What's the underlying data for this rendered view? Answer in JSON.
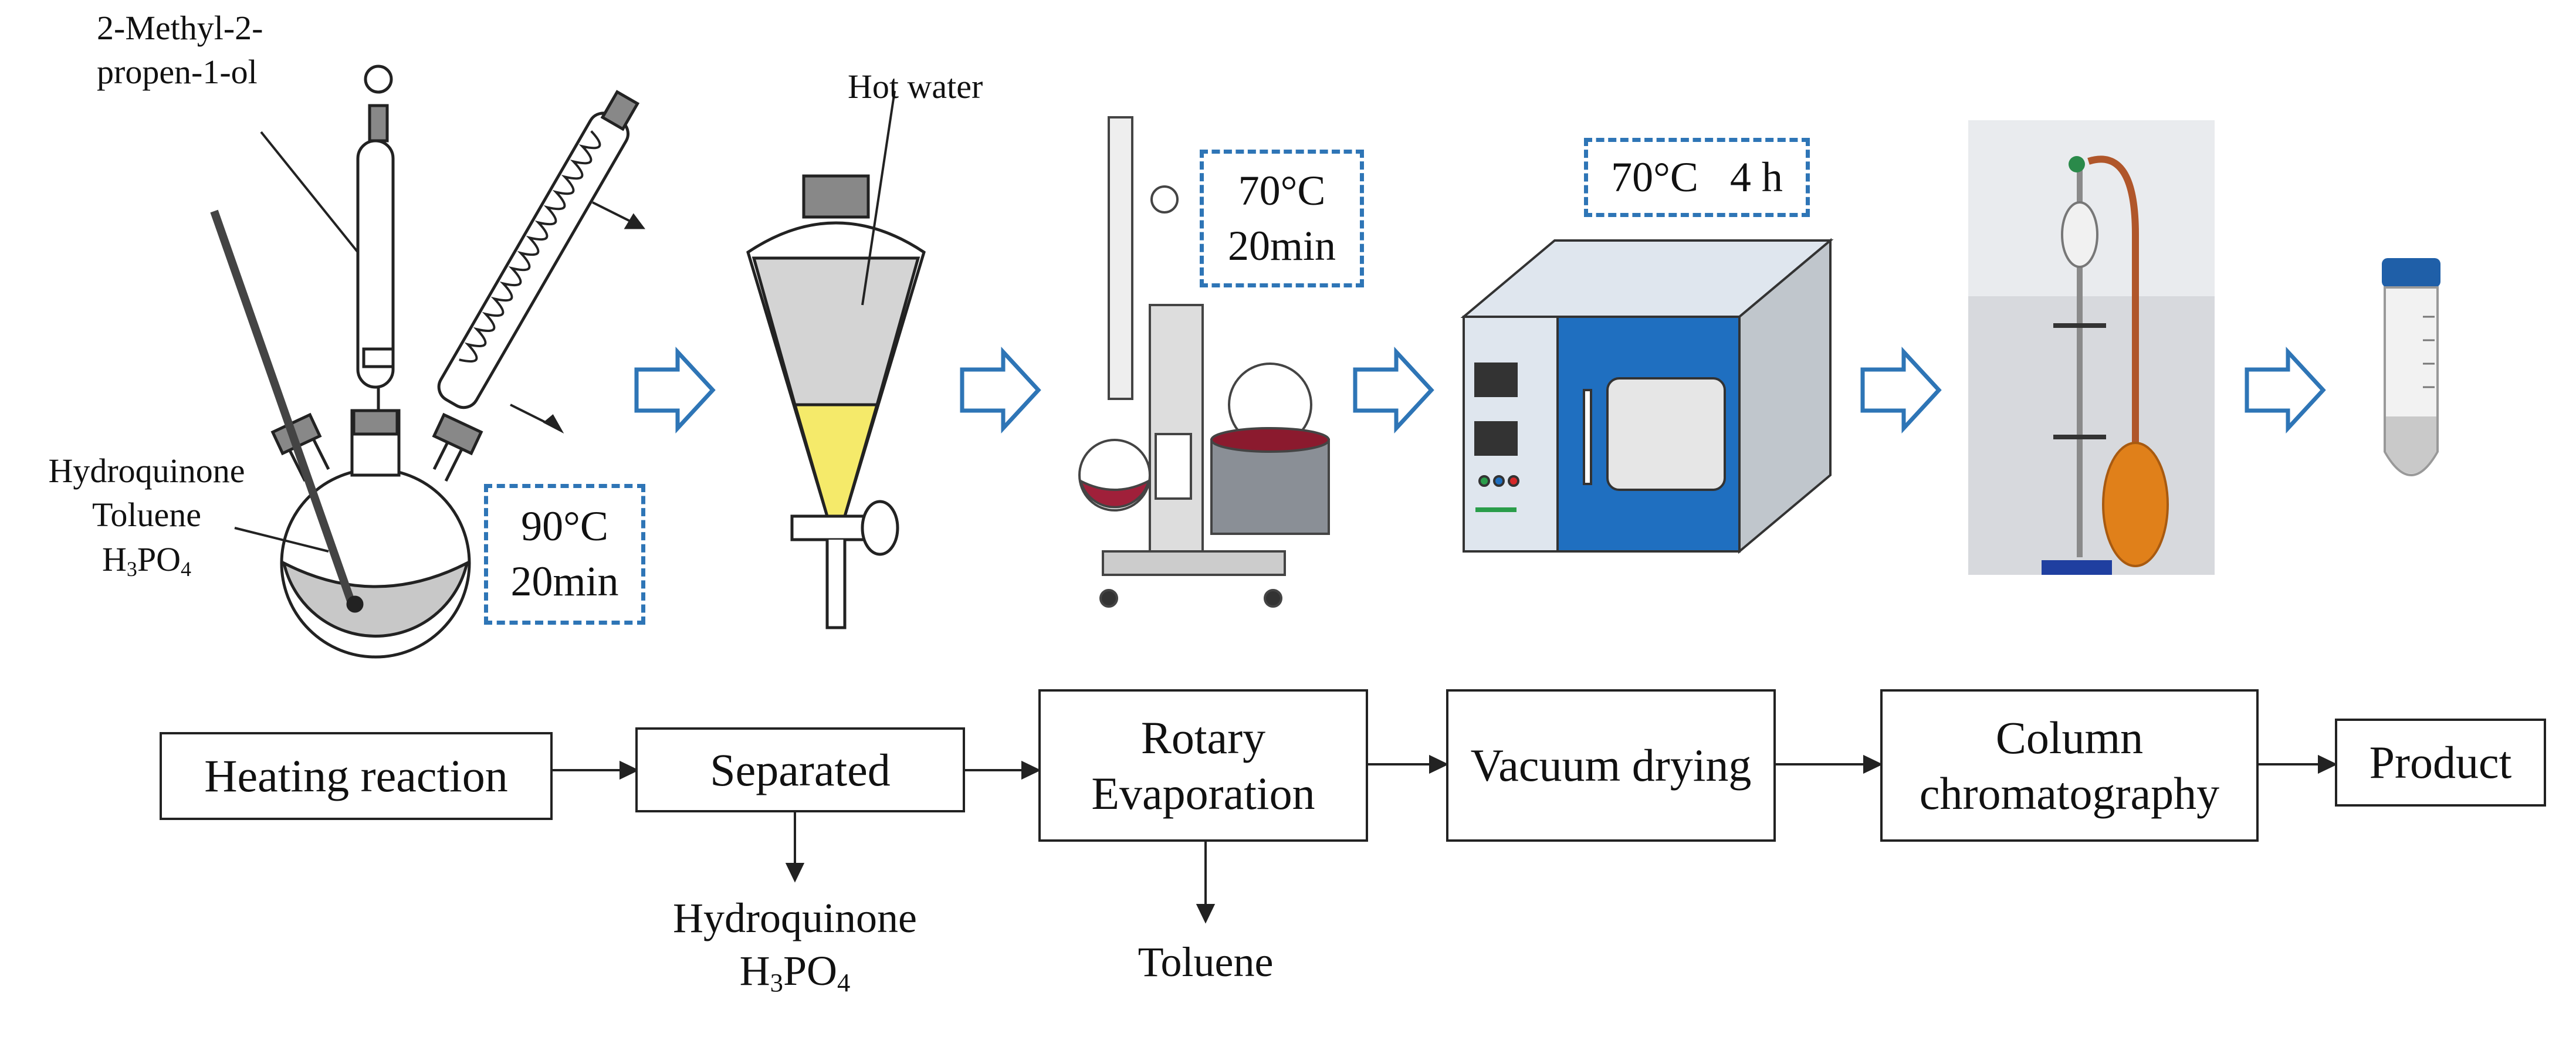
{
  "labels": {
    "reagent_top": [
      "2-Methyl-2-",
      "propen-1-ol"
    ],
    "flask_contents": [
      "Hydroquinone",
      "Toluene",
      "H3PO4"
    ],
    "hot_water": "Hot water"
  },
  "conditions": {
    "heating": [
      "90°C",
      "20min"
    ],
    "rotary": [
      "70°C",
      "20min"
    ],
    "drying": "70°C   4 h"
  },
  "process_steps": [
    {
      "label": "Heating reaction"
    },
    {
      "label": "Separated"
    },
    {
      "label": "Rotary Evaporation"
    },
    {
      "label": "Vacuum drying"
    },
    {
      "label": "Column chromatography"
    },
    {
      "label": "Product"
    }
  ],
  "byproducts": {
    "separated": [
      "Hydroquinone",
      "H3PO4"
    ],
    "rotary": "Toluene"
  },
  "colors": {
    "arrow_blue": "#2e75b6",
    "oven_blue": "#1f6fc0",
    "tube_cap": "#1f5fa8"
  }
}
